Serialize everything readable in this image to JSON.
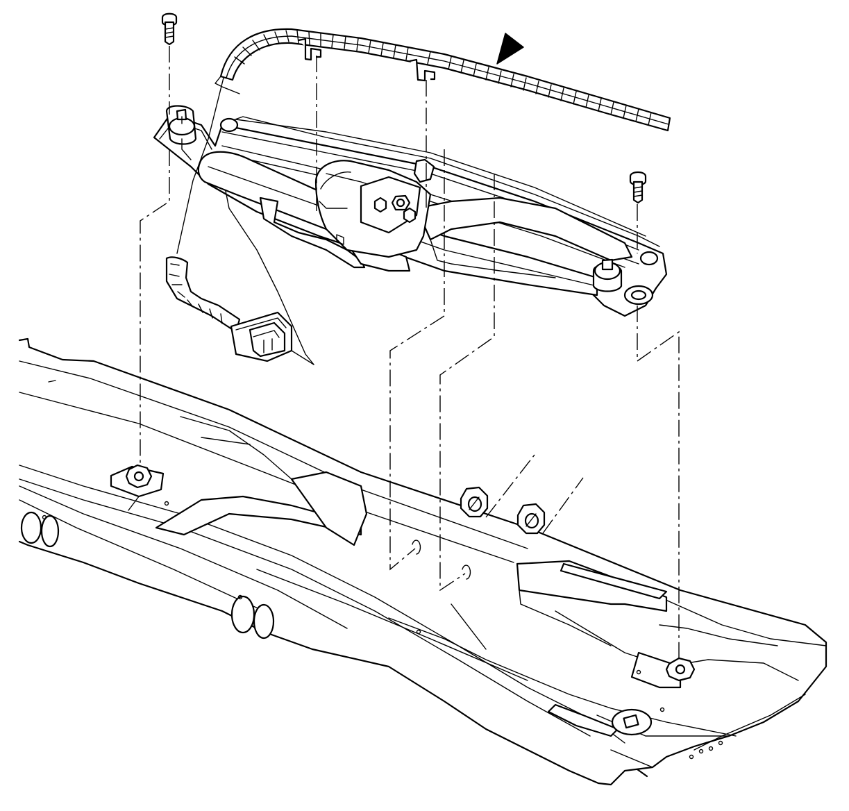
{
  "diagram": {
    "type": "exploded-assembly-line-drawing",
    "parts": [
      {
        "name": "wiper-harness"
      },
      {
        "name": "wiper-module"
      },
      {
        "name": "wiper-motor"
      },
      {
        "name": "electrical-connector"
      },
      {
        "name": "mounting-bolt",
        "count": 2
      },
      {
        "name": "mounting-nut",
        "count": 4
      },
      {
        "name": "cowl-panel"
      }
    ],
    "arrow_indicator": {
      "direction": "down-left",
      "color": "#000000"
    },
    "colors": {
      "line": "#000000",
      "background": "#ffffff"
    }
  }
}
